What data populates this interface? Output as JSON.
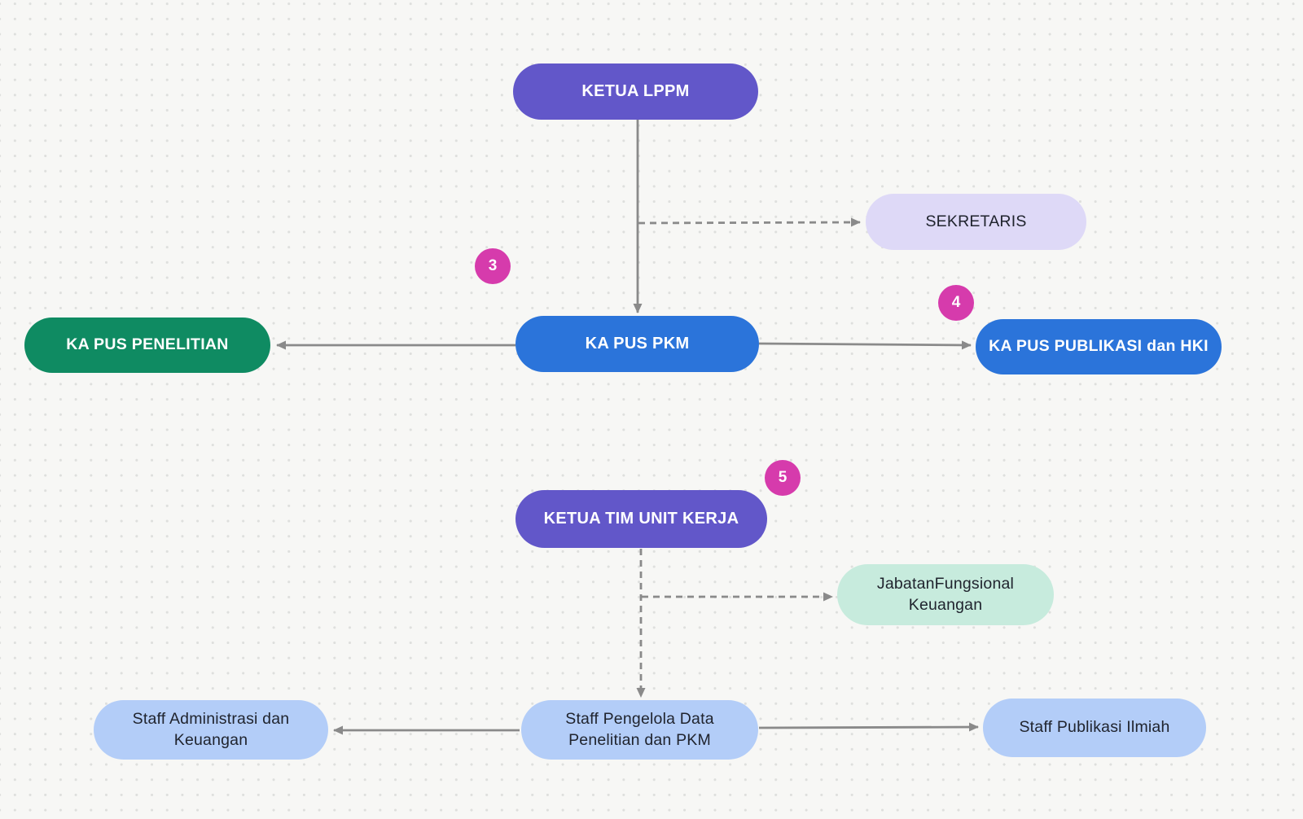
{
  "diagram": {
    "nodes": {
      "ketua_lppm": "KETUA LPPM",
      "sekretaris": "SEKRETARIS",
      "ka_pus_penelitian": "KA PUS PENELITIAN",
      "ka_pus_pkm": "KA PUS PKM",
      "ka_pus_publikasi_hki": "KA PUS PUBLIKASI dan HKI",
      "ketua_tim_unit_kerja": "KETUA TIM UNIT KERJA",
      "jabatan_fungsional_keuangan": "JabatanFungsional Keuangan",
      "staff_administrasi_keuangan": "Staff Administrasi dan Keuangan",
      "staff_pengelola_data": "Staff Pengelola Data Penelitian dan PKM",
      "staff_publikasi_ilmiah": "Staff Publikasi Ilmiah"
    },
    "badges": {
      "step3": "3",
      "step4": "4",
      "step5": "5"
    },
    "colors": {
      "purple": "#6257c9",
      "blue": "#2b74da",
      "green": "#0f8b62",
      "lavender": "#ded9f7",
      "mint": "#c7ebdd",
      "light_blue": "#b3cdf8",
      "badge_pink": "#d63bac",
      "connector_gray": "#8a8a8a",
      "background": "#f7f7f5"
    }
  }
}
